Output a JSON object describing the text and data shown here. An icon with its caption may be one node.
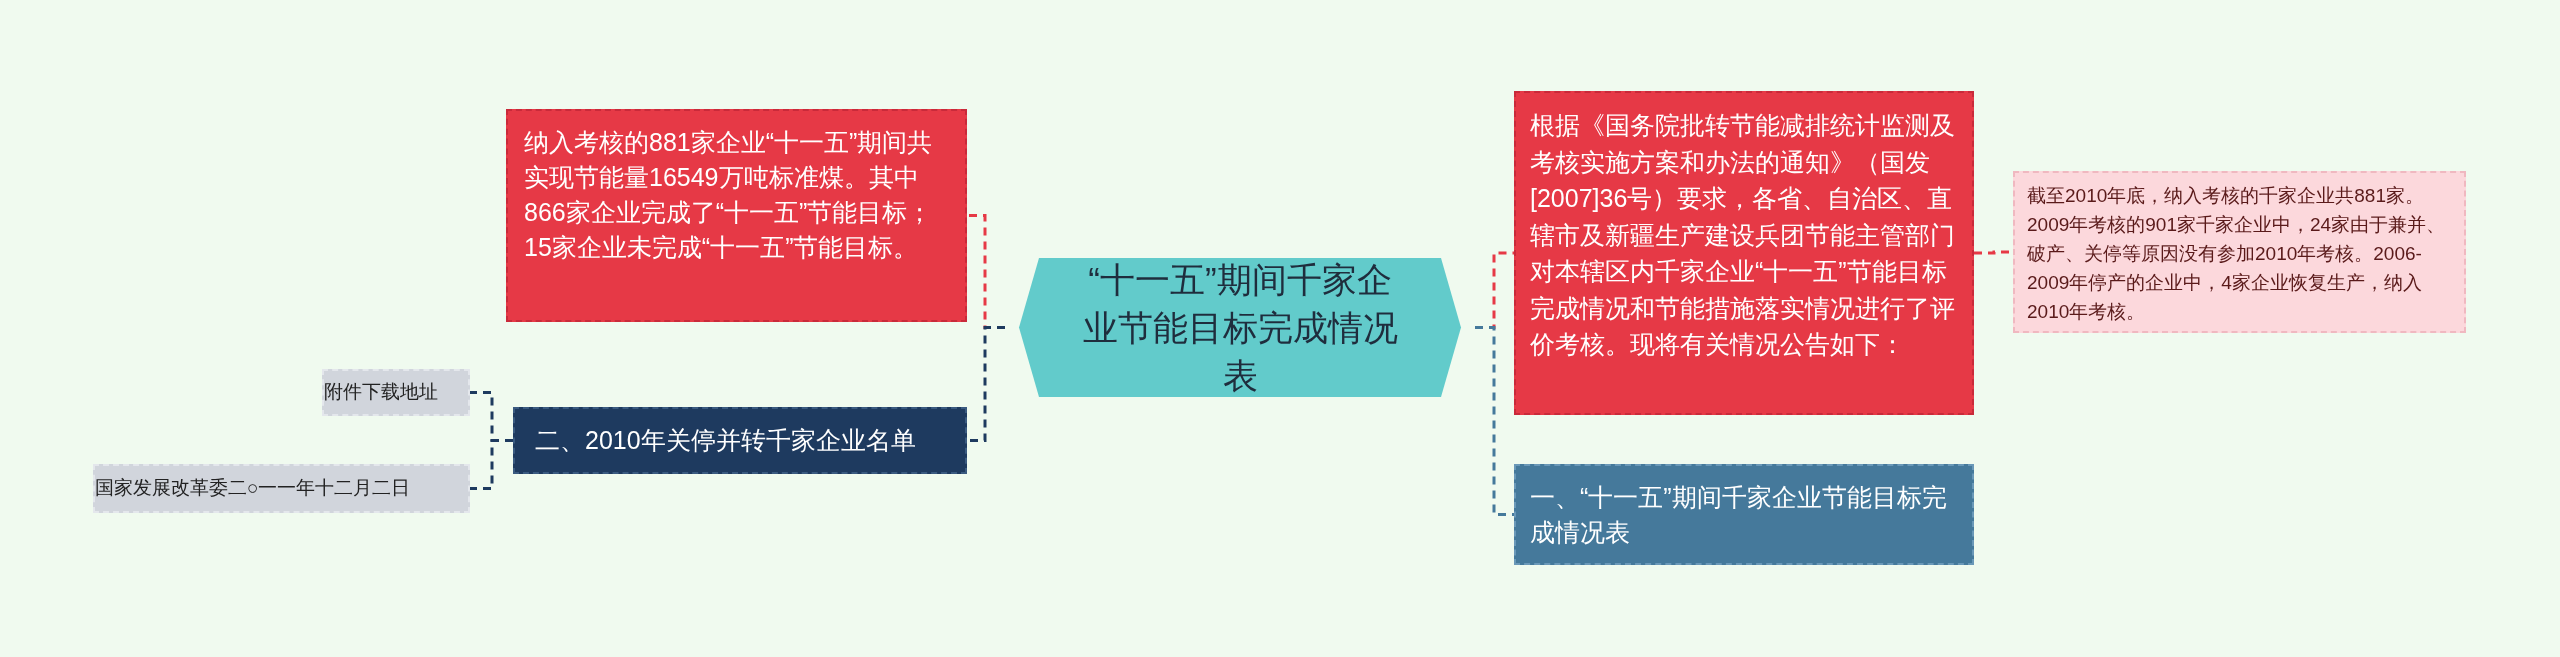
{
  "diagram": {
    "nodes": [
      {
        "text": [
          "“十一五”期间千家企业节能目标完成情况表"
        ]
      },
      {
        "text": [
          "纳入考核的881家企业“十一五”期间共实现节能量16549万吨标准煤。其中866家企业完成了“十一五”节能目标；15家企业未完成“十一五”节能目标。"
        ]
      },
      {
        "text": [
          "二、2010年关停并转千家企业名单"
        ]
      },
      {
        "text": [
          "附件下载地址"
        ]
      },
      {
        "text": [
          "国家发展改革委二○一一年十二月二日"
        ]
      },
      {
        "text": [
          "根据《国务院批转节能减排统计监测及考核实施方案和办法的通知》（国发[2007]36号）要求，各省、自治区、直辖市及新疆生产建设兵团节能主管部门对本辖区内千家企业“十一五”节能目标完成情况和节能措施落实情况进行了评价考核。现将有关情况公告如下："
        ]
      },
      {
        "text": [
          "截至2010年底，纳入考核的千家企业共881家。2009年考核的901家千家企业中，24家由于兼并、破产、关停等原因没有参加2010年考核。2006-2009年停产的企业中，4家企业恢复生产，纳入2010年考核。"
        ]
      },
      {
        "text": [
          "一、“十一五”期间千家企业节能目标完成情况表"
        ]
      }
    ],
    "edges": [
      {
        "from": 0,
        "to": 1,
        "arrow": "none",
        "color": "#e63946"
      },
      {
        "from": 0,
        "to": 2,
        "arrow": "none",
        "color": "#1e3a5f"
      },
      {
        "from": 2,
        "to": 3,
        "arrow": "none",
        "color": "#1e3a5f"
      },
      {
        "from": 2,
        "to": 4,
        "arrow": "none",
        "color": "#1e3a5f"
      },
      {
        "from": 0,
        "to": 5,
        "arrow": "none",
        "color": "#e63946"
      },
      {
        "from": 5,
        "to": 6,
        "arrow": "none",
        "color": "#e63946"
      },
      {
        "from": 0,
        "to": 7,
        "arrow": "none",
        "color": "#45799b"
      }
    ]
  }
}
